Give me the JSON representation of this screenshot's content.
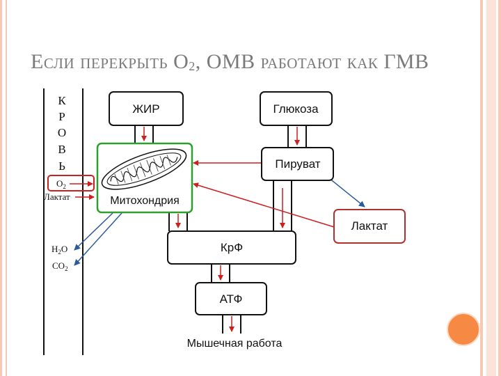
{
  "slide": {
    "title_main": "Если перекрыть O",
    "title_sub": "2",
    "title_rest": ", ОМВ работают как ГМВ"
  },
  "blood": {
    "letters": [
      "К",
      "Р",
      "О",
      "В",
      "Ь"
    ],
    "o2_label": "O",
    "o2_sub": "2",
    "lactate_label": "Лактат",
    "h2o_a": "H",
    "h2o_sub": "2",
    "h2o_b": "O",
    "co2_a": "CO",
    "co2_sub": "2"
  },
  "nodes": {
    "fat": "ЖИР",
    "glucose": "Глюкоза",
    "pyruvate": "Пируват",
    "mitochondria": "Митохондрия",
    "lactate": "Лактат",
    "crp": "КрФ",
    "atp": "АТФ",
    "work": "Мышечная работа"
  },
  "colors": {
    "arrow_red": "#cc1f1f",
    "arrow_blue": "#2a5a9a",
    "mito_border": "#2ca02c",
    "lactate_border": "#b03030",
    "accent_orange": "#f68a45",
    "title_gray": "#7a7a7a"
  }
}
